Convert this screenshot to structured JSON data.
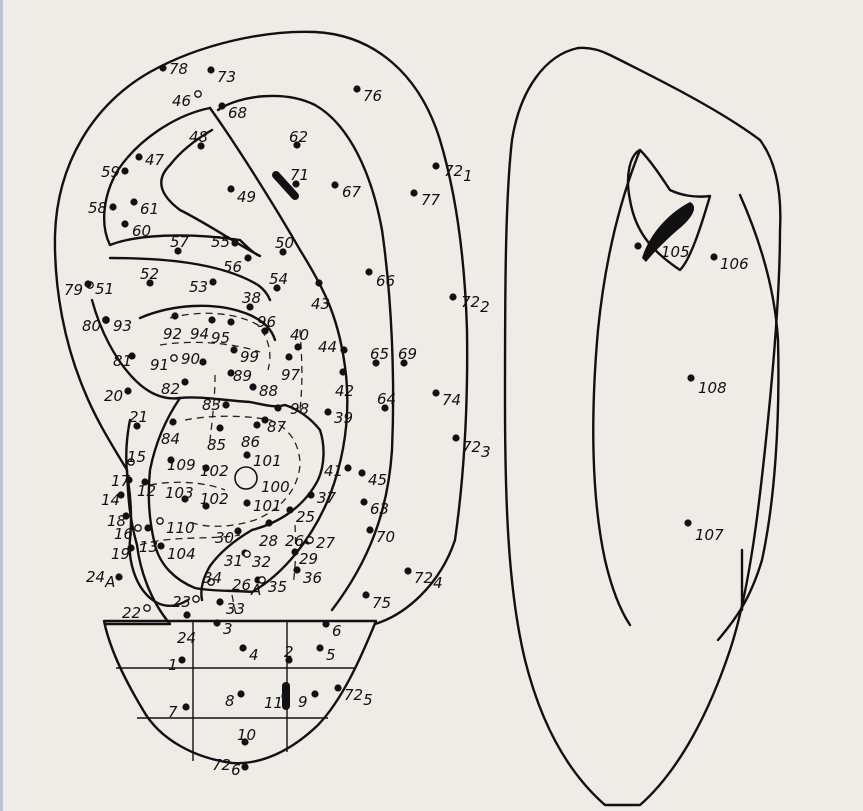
{
  "points": [
    {
      "label": "78",
      "sub": "",
      "kind": "dot"
    },
    {
      "label": "73",
      "sub": "",
      "kind": "dot"
    },
    {
      "label": "46",
      "sub": "",
      "kind": "ring"
    },
    {
      "label": "68",
      "sub": "",
      "kind": "dot"
    },
    {
      "label": "76",
      "sub": "",
      "kind": "dot"
    },
    {
      "label": "48",
      "sub": "",
      "kind": "dot"
    },
    {
      "label": "62",
      "sub": "",
      "kind": "dot"
    },
    {
      "label": "59",
      "sub": "",
      "kind": "dot"
    },
    {
      "label": "47",
      "sub": "",
      "kind": "dot"
    },
    {
      "label": "71",
      "sub": "",
      "kind": "dot"
    },
    {
      "label": "72",
      "sub": "1",
      "kind": "dot"
    },
    {
      "label": "67",
      "sub": "",
      "kind": "dot"
    },
    {
      "label": "77",
      "sub": "",
      "kind": "dot"
    },
    {
      "label": "49",
      "sub": "",
      "kind": "dot"
    },
    {
      "label": "58",
      "sub": "",
      "kind": "dot"
    },
    {
      "label": "61",
      "sub": "",
      "kind": "dot"
    },
    {
      "label": "60",
      "sub": "",
      "kind": "dot"
    },
    {
      "label": "57",
      "sub": "",
      "kind": "dot"
    },
    {
      "label": "55",
      "sub": "",
      "kind": "dot"
    },
    {
      "label": "50",
      "sub": "",
      "kind": "dot"
    },
    {
      "label": "56",
      "sub": "",
      "kind": "dot"
    },
    {
      "label": "52",
      "sub": "",
      "kind": "dot"
    },
    {
      "label": "53",
      "sub": "",
      "kind": "dot"
    },
    {
      "label": "54",
      "sub": "",
      "kind": "dot"
    },
    {
      "label": "66",
      "sub": "",
      "kind": "dot"
    },
    {
      "label": "79",
      "sub": "",
      "kind": "ring"
    },
    {
      "label": "51",
      "sub": "",
      "kind": "dot"
    },
    {
      "label": "43",
      "sub": "",
      "kind": "dot"
    },
    {
      "label": "38",
      "sub": "",
      "kind": "dot"
    },
    {
      "label": "72",
      "sub": "2",
      "kind": "dot"
    },
    {
      "label": "80",
      "sub": "",
      "kind": "ring"
    },
    {
      "label": "93",
      "sub": "",
      "kind": "dot"
    },
    {
      "label": "92",
      "sub": "",
      "kind": "dot"
    },
    {
      "label": "94",
      "sub": "",
      "kind": "dot"
    },
    {
      "label": "95",
      "sub": "",
      "kind": "dot"
    },
    {
      "label": "96",
      "sub": "",
      "kind": "dot"
    },
    {
      "label": "40",
      "sub": "",
      "kind": "dot"
    },
    {
      "label": "44",
      "sub": "",
      "kind": "dot"
    },
    {
      "label": "65",
      "sub": "",
      "kind": "dot"
    },
    {
      "label": "69",
      "sub": "",
      "kind": "dot"
    },
    {
      "label": "81",
      "sub": "",
      "kind": "dot"
    },
    {
      "label": "91",
      "sub": "",
      "kind": "ring"
    },
    {
      "label": "90",
      "sub": "",
      "kind": "dot"
    },
    {
      "label": "99",
      "sub": "",
      "kind": "dot"
    },
    {
      "label": "89",
      "sub": "",
      "kind": "dot"
    },
    {
      "label": "97",
      "sub": "",
      "kind": "dot"
    },
    {
      "label": "42",
      "sub": "",
      "kind": "dot"
    },
    {
      "label": "82",
      "sub": "",
      "kind": "dot"
    },
    {
      "label": "88",
      "sub": "",
      "kind": "dot"
    },
    {
      "label": "20",
      "sub": "",
      "kind": "dot"
    },
    {
      "label": "83",
      "sub": "",
      "kind": "dot"
    },
    {
      "label": "64",
      "sub": "",
      "kind": "dot"
    },
    {
      "label": "74",
      "sub": "",
      "kind": "dot"
    },
    {
      "label": "98",
      "sub": "",
      "kind": "dot"
    },
    {
      "label": "39",
      "sub": "",
      "kind": "dot"
    },
    {
      "label": "21",
      "sub": "",
      "kind": "dot"
    },
    {
      "label": "87",
      "sub": "",
      "kind": "dot"
    },
    {
      "label": "84",
      "sub": "",
      "kind": "dot"
    },
    {
      "label": "85",
      "sub": "",
      "kind": "dot"
    },
    {
      "label": "86",
      "sub": "",
      "kind": "dot"
    },
    {
      "label": "72",
      "sub": "3",
      "kind": "dot"
    },
    {
      "label": "15",
      "sub": "",
      "kind": "ring"
    },
    {
      "label": "109",
      "sub": "",
      "kind": "dot"
    },
    {
      "label": "102",
      "sub": "",
      "kind": "dot"
    },
    {
      "label": "101",
      "sub": "",
      "kind": "dot"
    },
    {
      "label": "41",
      "sub": "",
      "kind": "dot"
    },
    {
      "label": "45",
      "sub": "",
      "kind": "dot"
    },
    {
      "label": "17",
      "sub": "",
      "kind": "dot"
    },
    {
      "label": "12",
      "sub": "",
      "kind": "dot"
    },
    {
      "label": "100",
      "sub": "",
      "kind": "big"
    },
    {
      "label": "103",
      "sub": "",
      "kind": "dot"
    },
    {
      "label": "102",
      "sub": "",
      "kind": "dot"
    },
    {
      "label": "37",
      "sub": "",
      "kind": "dot"
    },
    {
      "label": "14",
      "sub": "",
      "kind": "dot"
    },
    {
      "label": "101",
      "sub": "",
      "kind": "dot"
    },
    {
      "label": "63",
      "sub": "",
      "kind": "dot"
    },
    {
      "label": "25",
      "sub": "",
      "kind": "dot"
    },
    {
      "label": "18",
      "sub": "",
      "kind": "dot"
    },
    {
      "label": "110",
      "sub": "",
      "kind": "ring"
    },
    {
      "label": "16",
      "sub": "",
      "kind": "ring"
    },
    {
      "label": "30",
      "sub": "",
      "kind": "dot"
    },
    {
      "label": "28",
      "sub": "",
      "kind": "dot"
    },
    {
      "label": "26",
      "sub": "",
      "kind": "dot"
    },
    {
      "label": "27",
      "sub": "",
      "kind": "ring"
    },
    {
      "label": "70",
      "sub": "",
      "kind": "dot"
    },
    {
      "label": "13",
      "sub": "",
      "kind": "dot"
    },
    {
      "label": "19",
      "sub": "",
      "kind": "dot"
    },
    {
      "label": "104",
      "sub": "",
      "kind": "dot"
    },
    {
      "label": "31",
      "sub": "",
      "kind": "dot"
    },
    {
      "label": "32",
      "sub": "",
      "kind": "ring"
    },
    {
      "label": "29",
      "sub": "",
      "kind": "dot"
    },
    {
      "label": "24",
      "sub": "A",
      "kind": "dot"
    },
    {
      "label": "34",
      "sub": "",
      "kind": "ring"
    },
    {
      "label": "26",
      "sub": "A",
      "kind": "dot"
    },
    {
      "label": "35",
      "sub": "",
      "kind": "ring"
    },
    {
      "label": "36",
      "sub": "",
      "kind": "dot"
    },
    {
      "label": "72",
      "sub": "4",
      "kind": "dot"
    },
    {
      "label": "23",
      "sub": "",
      "kind": "ring"
    },
    {
      "label": "33",
      "sub": "",
      "kind": "dot"
    },
    {
      "label": "75",
      "sub": "",
      "kind": "dot"
    },
    {
      "label": "22",
      "sub": "",
      "kind": "ring"
    },
    {
      "label": "24",
      "sub": "",
      "kind": "dot"
    },
    {
      "label": "3",
      "sub": "",
      "kind": "dot"
    },
    {
      "label": "6",
      "sub": "",
      "kind": "dot"
    },
    {
      "label": "2",
      "sub": "",
      "kind": "dot"
    },
    {
      "label": "1",
      "sub": "",
      "kind": "dot"
    },
    {
      "label": "4",
      "sub": "",
      "kind": "dot"
    },
    {
      "label": "5",
      "sub": "",
      "kind": "dot"
    },
    {
      "label": "8",
      "sub": "",
      "kind": "dot"
    },
    {
      "label": "11",
      "sub": "",
      "kind": "dot"
    },
    {
      "label": "9",
      "sub": "",
      "kind": "dot"
    },
    {
      "label": "72",
      "sub": "5",
      "kind": "dot"
    },
    {
      "label": "7",
      "sub": "",
      "kind": "dot"
    },
    {
      "label": "10",
      "sub": "",
      "kind": "dot"
    },
    {
      "label": "72",
      "sub": "6",
      "kind": "dot"
    },
    {
      "label": "105",
      "sub": "",
      "kind": "dot"
    },
    {
      "label": "106",
      "sub": "",
      "kind": "dot"
    },
    {
      "label": "108",
      "sub": "",
      "kind": "dot"
    },
    {
      "label": "107",
      "sub": "",
      "kind": "dot"
    }
  ],
  "colors": {
    "ink": "#111111",
    "paper": "#eeece6"
  }
}
